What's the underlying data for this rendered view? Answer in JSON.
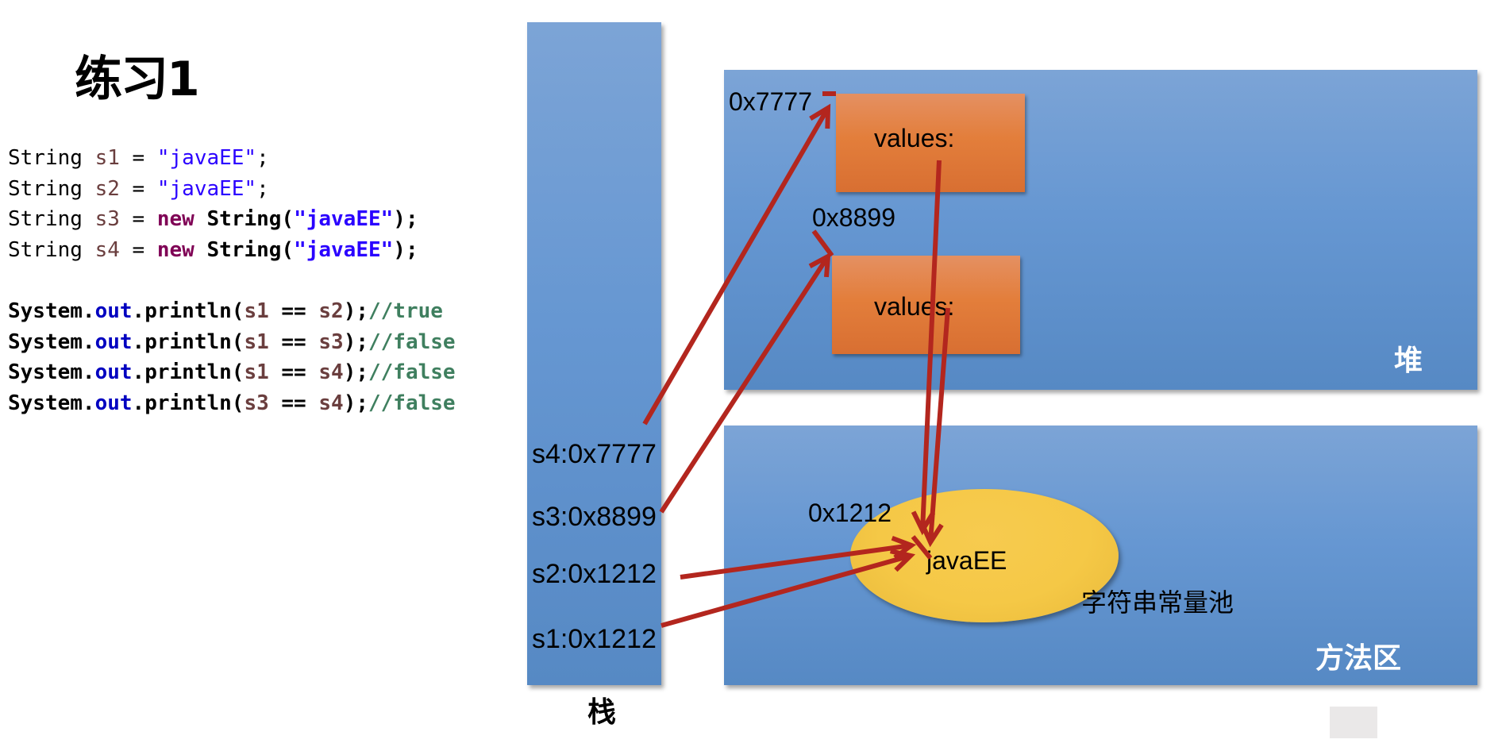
{
  "title": "练习1",
  "code": {
    "declarations": [
      {
        "type": "String ",
        "var": "s1",
        "eq": " = ",
        "kw": "",
        "ctor": "",
        "literal": "\"javaEE\"",
        "end": ";"
      },
      {
        "type": "String ",
        "var": "s2",
        "eq": " = ",
        "kw": "",
        "ctor": "",
        "literal": "\"javaEE\"",
        "end": ";"
      },
      {
        "type": "String ",
        "var": "s3",
        "eq": " = ",
        "kw": "new ",
        "ctor": "String(",
        "literal": "\"javaEE\"",
        "end": ");"
      },
      {
        "type": "String ",
        "var": "s4",
        "eq": " = ",
        "kw": "new ",
        "ctor": "String(",
        "literal": "\"javaEE\"",
        "end": ");"
      }
    ],
    "comparisons": [
      {
        "prefix": "System.",
        "field": "out",
        "call": ".println(",
        "a": "s1",
        "op": " == ",
        "b": "s2",
        "end": ");",
        "comment": "//true"
      },
      {
        "prefix": "System.",
        "field": "out",
        "call": ".println(",
        "a": "s1",
        "op": " == ",
        "b": "s3",
        "end": ");",
        "comment": "//false"
      },
      {
        "prefix": "System.",
        "field": "out",
        "call": ".println(",
        "a": "s1",
        "op": " == ",
        "b": "s4",
        "end": ");",
        "comment": "//false"
      },
      {
        "prefix": "System.",
        "field": "out",
        "call": ".println(",
        "a": "s3",
        "op": " == ",
        "b": "s4",
        "end": ");",
        "comment": "//false"
      }
    ]
  },
  "stack": {
    "label": "栈",
    "entries": [
      "s4:0x7777",
      "s3:0x8899",
      "s2:0x1212",
      "s1:0x1212"
    ]
  },
  "heap": {
    "label": "堆",
    "objects": [
      {
        "address": "0x7777",
        "content": "values:"
      },
      {
        "address": "0x8899",
        "content": "values:"
      }
    ]
  },
  "method_area": {
    "label": "方法区",
    "pool_label": "字符串常量池",
    "constant": {
      "address": "0x1212",
      "value": "javaEE"
    }
  },
  "colors": {
    "panel_blue": "#6697D2",
    "object_orange": "#E37E3B",
    "pool_yellow": "#F5C846",
    "arrow_red": "#B3261E"
  },
  "references": [
    {
      "from": "s4",
      "to": "0x7777"
    },
    {
      "from": "s3",
      "to": "0x8899"
    },
    {
      "from": "s2",
      "to": "0x1212"
    },
    {
      "from": "s1",
      "to": "0x1212"
    },
    {
      "from": "0x7777.values",
      "to": "0x1212"
    },
    {
      "from": "0x8899.values",
      "to": "0x1212"
    }
  ]
}
